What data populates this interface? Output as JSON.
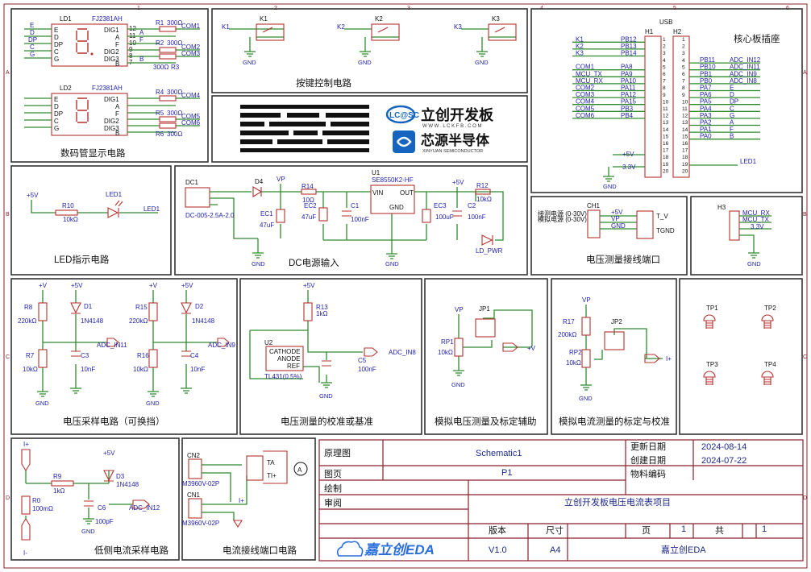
{
  "sections": {
    "digit": "数码管显示电路",
    "keys": "按键控制电路",
    "core": "核心板插座",
    "led": "LED指示电路",
    "dc": "DC电源输入",
    "vmeas_port": "电压测量接线端口",
    "vsample": "电压采样电路（可换挡）",
    "vcal": "电压测量的校准或基准",
    "analog_v": "模拟电压测量及标定辅助",
    "analog_i": "模拟电流测量的标定与校准",
    "low_side": "低侧电流采样电路",
    "i_port": "电流接线端口电路"
  },
  "digit_display": {
    "ld1": "LD1",
    "ld1_part": "FJ2381AH",
    "ld2": "LD2",
    "ld2_part": "FJ2381AH",
    "seg_pins": [
      "E",
      "D",
      "DP",
      "C",
      "G"
    ],
    "digs": [
      "DIG1",
      "A",
      "F",
      "DIG2",
      "DIG3",
      "B"
    ],
    "pin_nums": [
      "12",
      "11",
      "10",
      "9",
      "8",
      "7"
    ],
    "r1": "R1",
    "r1v": "300Ω",
    "r2": "R2",
    "r2v": "300Ω",
    "r3": "R3",
    "r3v": "300Ω",
    "r4": "R4",
    "r4v": "300Ω",
    "r5": "R5",
    "r5v": "300Ω",
    "r6": "R6",
    "r6v": "300Ω",
    "com1": "COM1",
    "com2": "COM2",
    "com3": "COM3",
    "com4": "COM4",
    "com5": "COM5",
    "com6": "COM6",
    "dp_pin": "dp"
  },
  "keys": {
    "k1": "K1",
    "k2": "K2",
    "k3": "K3",
    "gnd": "GND"
  },
  "logo": {
    "lcsc_mark": "LC@SC",
    "lcsc_name": "立创开发板",
    "lcsc_url": "W W W . L C K F B . C O M",
    "xy_name": "芯源半导体",
    "xy_sub": "XINYUAN SEMICONDUCTOR"
  },
  "core": {
    "usb": "USB",
    "h1": "H1",
    "h2": "H2",
    "left_nets": [
      "K1",
      "K2",
      "K3",
      "",
      "COM1",
      "MCU_TX",
      "MCU_RX",
      "COM2",
      "COM3",
      "COM4",
      "COM5",
      "COM6"
    ],
    "left_pins": [
      "PB12",
      "PB13",
      "PB14",
      "",
      "PA8",
      "PA9",
      "PA10",
      "PA11",
      "PA12",
      "PA15",
      "PB3",
      "PB4"
    ],
    "right_pins": [
      "PB11",
      "PB10",
      "PB1",
      "PB0",
      "PA7",
      "PA6",
      "PA5",
      "PA4",
      "PA3",
      "PA2",
      "PA1",
      "PA0"
    ],
    "right_nets": [
      "ADC_IN12",
      "ADC_IN11",
      "ADC_IN9",
      "ADC_IN8",
      "E",
      "D",
      "DP",
      "C",
      "G",
      "A",
      "F",
      "B"
    ],
    "v5": "+5V",
    "v33": "3.3V",
    "led1": "LED1",
    "gnd": "GND"
  },
  "led_circuit": {
    "v5": "+5V",
    "r10": "R10",
    "r10v": "10kΩ",
    "led": "LED1",
    "net": "LED1"
  },
  "dc_input": {
    "dc1": "DC1",
    "dc1_part": "DC-005-2.5A-2.0",
    "d4": "D4",
    "vp": "VP",
    "r14": "R14",
    "r14v": "10Ω",
    "ec1": "EC1",
    "ec1v": "47uF",
    "ec2": "EC2",
    "ec2v": "47uF",
    "c1": "C1",
    "c1v": "100nF",
    "u1": "U1",
    "u1_part": "SE8550K2-HF",
    "vin": "VIN",
    "vout": "OUT",
    "gndp": "GND",
    "ec3": "EC3",
    "ec3v": "100uF",
    "c2": "C2",
    "c2v": "100nF",
    "v5": "+5V",
    "r12": "R12",
    "r12v": "10kΩ",
    "led_pwr": "LD_PWR",
    "gnd": "GND"
  },
  "vmeas_port": {
    "ch1": "CH1",
    "l1": "接测电源 (0-30V)",
    "l2": "模拟电源 (0-30V)",
    "vp": "VP",
    "gnd": "GND",
    "tv": "T_V",
    "tgnd": "TGND",
    "v5": "+5V"
  },
  "h3": {
    "name": "H3",
    "rx": "MCU_RX",
    "tx": "MCU_TX",
    "v33": "3.3V",
    "gnd": "GND"
  },
  "vsample": {
    "v1": "+V",
    "v5": "+5V",
    "r8": "R8",
    "r8v": "220kΩ",
    "r7": "R7",
    "r7v": "10kΩ",
    "d1": "D1",
    "d1v": "1N4148",
    "c3": "C3",
    "c3v": "10nF",
    "adc1": "ADC_IN11",
    "r15": "R15",
    "r15v": "220kΩ",
    "r16": "R16",
    "r16v": "10kΩ",
    "d2": "D2",
    "d2v": "1N4148",
    "c4": "C4",
    "c4v": "10nF",
    "adc2": "ADC_IN9",
    "gnd": "GND"
  },
  "vcal": {
    "v5": "+5V",
    "r13": "R13",
    "r13v": "1kΩ",
    "u2": "U2",
    "cathode": "CATHODE",
    "anode": "ANODE",
    "ref": "REF",
    "u2_part": "TL431(0.5%)",
    "c5": "C5",
    "c5v": "100nF",
    "adc": "ADC_IN8",
    "gnd": "GND"
  },
  "analog_v": {
    "vp": "VP",
    "jp1": "JP1",
    "rp1": "RP1",
    "rp1v": "10kΩ",
    "out": "+V",
    "gnd": "GND"
  },
  "analog_i": {
    "vp": "VP",
    "r17": "R17",
    "r17v": "200kΩ",
    "rp2": "RP2",
    "rp2v": "10kΩ",
    "jp2": "JP2",
    "out": "I+",
    "gnd": "GND"
  },
  "test_points": [
    "TP1",
    "TP2",
    "TP3",
    "TP4"
  ],
  "low_side": {
    "iplus": "I+",
    "iminus": "I-",
    "r9": "R9",
    "r9v": "1kΩ",
    "r0": "R0",
    "r0v": "100mΩ",
    "v5": "+5V",
    "d3": "D3",
    "d3v": "1N4148",
    "c6": "C6",
    "c6v": "100pF",
    "adc": "ADC_IN12",
    "gnd": "GND"
  },
  "i_port": {
    "cn2": "CN2",
    "cn2p": "M3960V-02P",
    "cn1": "CN1",
    "cn1p": "M3960V-02P",
    "ta": "TA",
    "tiplus": "TI+",
    "iplus": "I+",
    "meter": "A"
  },
  "title_block": {
    "l_schematic": "原理图",
    "schematic": "Schematic1",
    "l_page": "图页",
    "page": "P1",
    "l_draw": "绘制",
    "l_review": "审阅",
    "l_update": "更新日期",
    "update": "2024-08-14",
    "l_created": "创建日期",
    "created": "2024-07-22",
    "l_material": "物料编码",
    "material": "",
    "project": "立创开发板电压电流表项目",
    "l_version": "版本",
    "version": "V1.0",
    "l_size": "尺寸",
    "size": "A4",
    "l_pg": "页",
    "pg": "1",
    "l_total": "共",
    "total": "1",
    "company": "嘉立创EDA",
    "brand": "嘉立创EDA"
  },
  "border": {
    "cols": [
      "1",
      "2",
      "3",
      "4",
      "5",
      "6"
    ],
    "rows": [
      "A",
      "B",
      "C",
      "D"
    ]
  }
}
